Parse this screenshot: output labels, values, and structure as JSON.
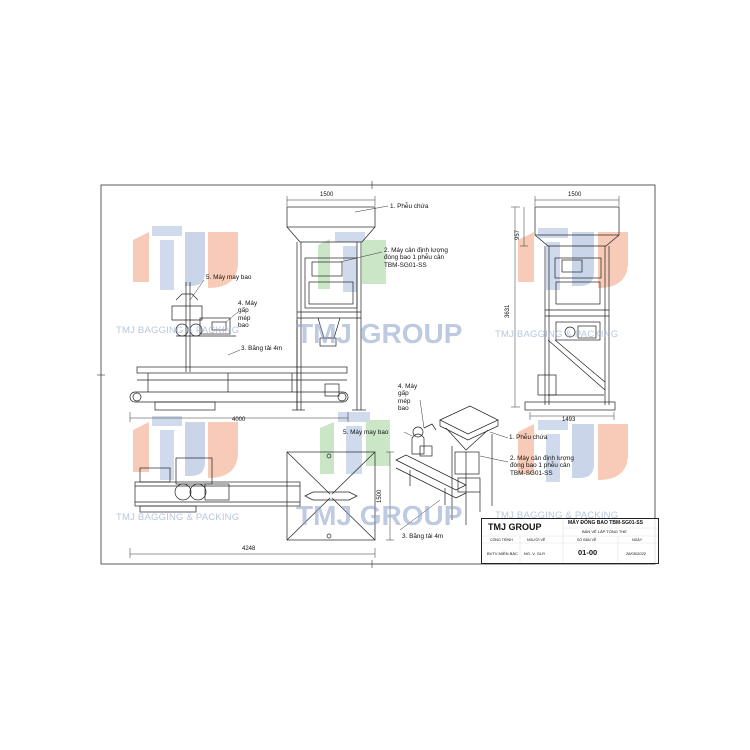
{
  "labels": {
    "top": {
      "hopper": "1. Phễu chứa",
      "scale": "2. Máy cân định lượng\nđóng bao 1 phễu cân\nTBM-SG01-SS",
      "sewing": "5. Máy may bao",
      "folder": "4. Máy\ngấp\nmép\nbao",
      "conveyor": "3. Băng tải 4m"
    },
    "iso": {
      "hopper": "1. Phễu chứa",
      "scale": "2. Máy cân định lượng\nđóng bao 1 phễu cân\nTBM-SG01-SS",
      "sewing": "5. Máy may bao",
      "folder": "4. Máy\ngấp\nmép\nbao",
      "conveyor": "3. Băng tải 4m"
    }
  },
  "dimensions": {
    "front_top_width": "1500",
    "front_length": "4000",
    "side_top_width": "1500",
    "side_height": "3631",
    "side_hopper_height": "957",
    "side_base": "1493",
    "plan_length": "4248",
    "plan_width": "1500"
  },
  "watermarks": {
    "brand": "TMJ GROUP",
    "tagline": "TMJ BAGGING & PACKING"
  },
  "title_block": {
    "company": "TMJ GROUP",
    "drawing_title": "MÁY ĐÓNG BAO TBM-SG01-SS",
    "drawing_subtitle": "BẢN VẼ LẮP TỔNG THỂ",
    "col_project": "CÔNG TRÌNH",
    "col_drawer": "NGƯỜI VẼ",
    "col_drawing_no": "SỐ BẢN VẼ",
    "col_date": "NGÀY",
    "project": "BVTV MIỀN BẮC",
    "drawer": "NG. V. GUY",
    "drawing_no": "01-00",
    "date": "28/05/2022"
  },
  "colors": {
    "line": "#222222",
    "watermark_orange": "#f2a27e",
    "watermark_blue": "#a9bde0",
    "watermark_green": "#9fd39b"
  }
}
